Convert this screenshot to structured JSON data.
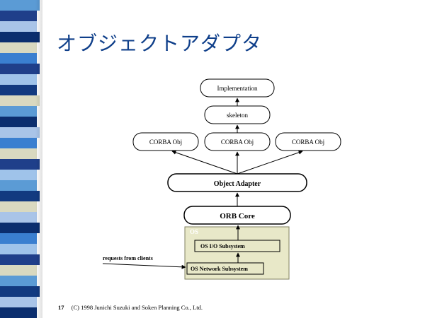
{
  "slide": {
    "title": "オブジェクトアダプタ",
    "page_number": "17",
    "footer_text": "(C) 1998 Junichi Suzuki and Soken Planning Co., Ltd."
  },
  "diagram": {
    "implementation": "Implementation",
    "skeleton": "skeleton",
    "corba_obj_left": "CORBA Obj",
    "corba_obj_center": "CORBA Obj",
    "corba_obj_right": "CORBA Obj",
    "object_adapter": "Object Adapter",
    "orb_core": "ORB Core",
    "os_label": "OS",
    "os_io": "OS  I/O Subsystem",
    "os_network": "OS  Network Subsystem",
    "requests_label": "requests from clients"
  },
  "colors": {
    "title": "#0f3f8a",
    "os_box": "#e8e8c8",
    "stripe": [
      "#5b9bd5",
      "#1f3f8a",
      "#a9c4e8",
      "#0b2e6e",
      "#d9d9c0",
      "#3a7fd0",
      "#9fc3ea",
      "#123a80"
    ]
  }
}
